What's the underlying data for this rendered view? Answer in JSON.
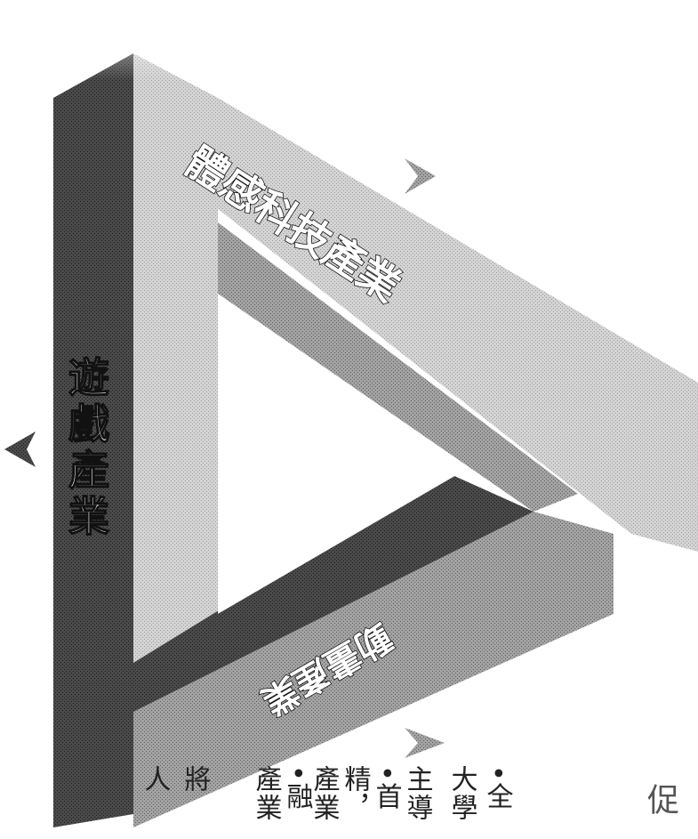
{
  "diagram": {
    "bar_labels": {
      "top": "體感科技產業",
      "left": "遊戲產業",
      "bottom": "動畫產業"
    },
    "bottom_text_columns": [
      "•全",
      "大學",
      "主導",
      "•首",
      "精，",
      "產業",
      "•融",
      "產業",
      "將",
      "人"
    ],
    "corner_char": "促",
    "arrows": [
      "arrow-right-top",
      "arrow-left-middle",
      "arrow-bottom"
    ]
  }
}
